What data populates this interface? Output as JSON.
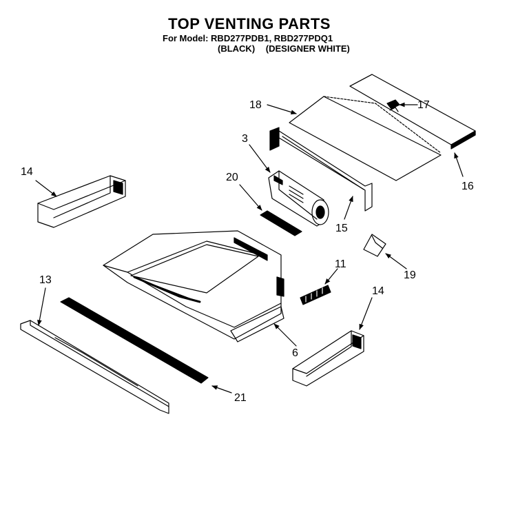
{
  "header": {
    "title": "TOP VENTING PARTS",
    "model_line": "For Model: RBD277PDB1, RBD277PDQ1",
    "variant_black": "(BLACK)",
    "variant_white": "(DESIGNER WHITE)"
  },
  "callouts": {
    "c18": "18",
    "c17": "17",
    "c3": "3",
    "c16": "16",
    "c14_left": "14",
    "c20": "20",
    "c15": "15",
    "c19": "19",
    "c11": "11",
    "c13": "13",
    "c14_right": "14",
    "c6": "6",
    "c21": "21"
  }
}
